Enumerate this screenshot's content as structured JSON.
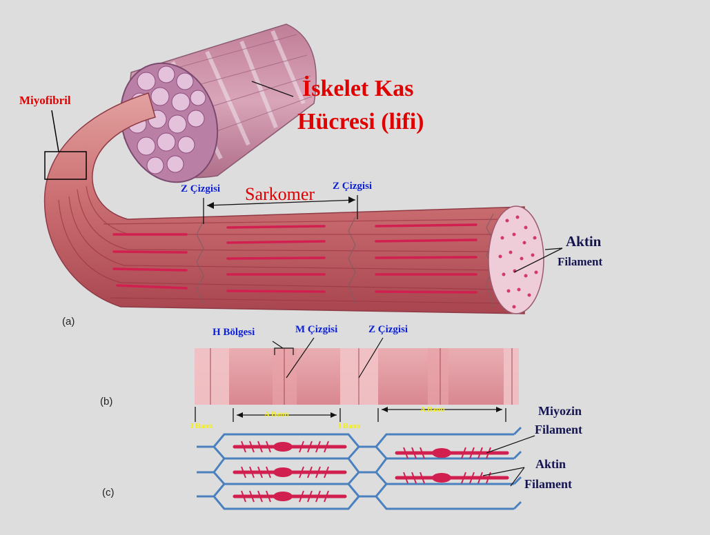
{
  "figure": {
    "title_line1": "İskelet Kas",
    "title_line2": "Hücresi (lifi)",
    "myofibril": "Miyofibril",
    "z_line_left": "Z Çizgisi",
    "sarcomere": "Sarkomer",
    "z_line_right": "Z Çizgisi",
    "actin_top_line1": "Aktin",
    "actin_top_line2": "Filament",
    "panel_a": "(a)",
    "panel_b": "(b)",
    "panel_c": "(c)",
    "h_zone": "H Bölgesi",
    "m_line": "M Çizgisi",
    "z_line_b": "Z Çizgisi",
    "band_i_left": "I Bantı",
    "band_a_left": "A Bantı",
    "band_i_mid": "I Bantı",
    "band_a_right": "A Bantı",
    "myosin_line1": "Miyozin",
    "myosin_line2": "Filament",
    "actin_bottom_line1": "Aktin",
    "actin_bottom_line2": "Filament"
  },
  "colors": {
    "muscle": "#c85a66",
    "muscle_dark": "#9c3444",
    "myosin": "#d11f4f",
    "actin": "#4a80bd",
    "band": "#e3a0a5",
    "label_red": "#e00000",
    "label_blue": "#0b1fd6"
  }
}
